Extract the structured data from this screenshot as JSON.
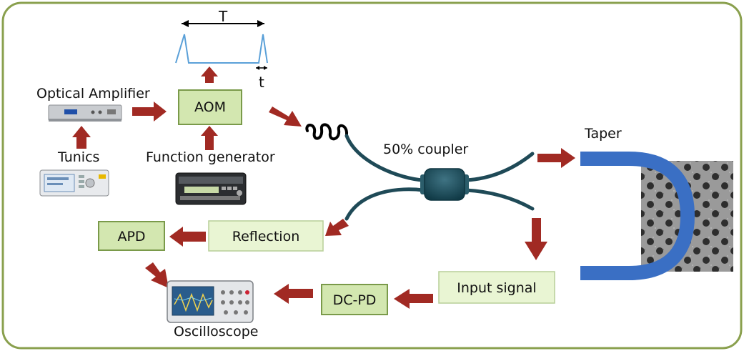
{
  "pulse": {
    "period_label": "T",
    "width_label": "t"
  },
  "boxes": {
    "aom": "AOM",
    "apd": "APD",
    "reflection": "Reflection",
    "dc_pd": "DC-PD",
    "input_signal": "Input signal"
  },
  "labels": {
    "optical_amplifier": "Optical Amplifier",
    "tunics": "Tunics",
    "function_generator": "Function generator",
    "coupler": "50% coupler",
    "taper": "Taper",
    "oscilloscope": "Oscilloscope"
  },
  "colors": {
    "frame_border": "#8aa04e",
    "box_fill": "#d3e7b0",
    "box_fill_light": "#e9f5d3",
    "box_border": "#7a9a4a",
    "arrow": "#a12a23",
    "fiber": "#1f4a57",
    "taper_fiber": "#3a6fc4",
    "pulse_line": "#5aa0d8"
  }
}
